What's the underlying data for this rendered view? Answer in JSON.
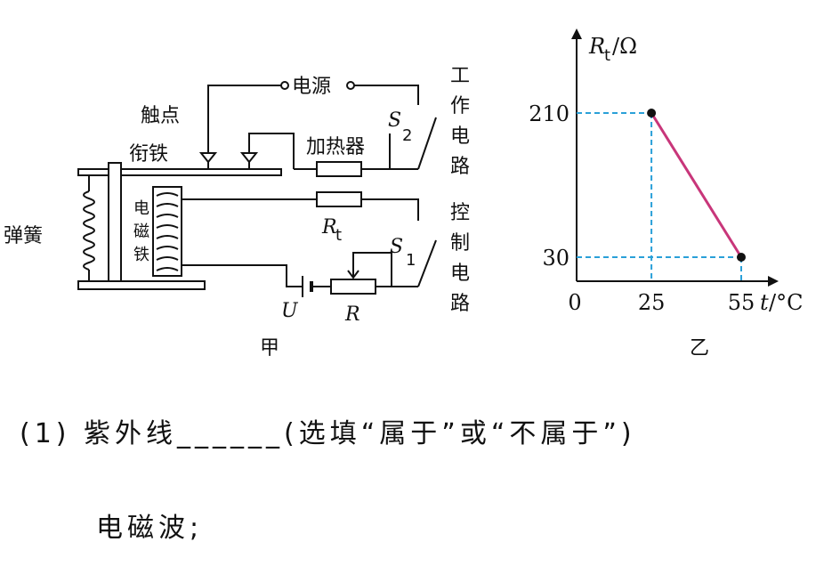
{
  "circuit": {
    "power_label": "电源",
    "contact_label": "触点",
    "armature_label": "衔铁",
    "heater_label": "加热器",
    "spring_label": "弹簧",
    "electromagnet_label": [
      "电",
      "磁",
      "铁"
    ],
    "work_circuit_label": [
      "工",
      "作",
      "电",
      "路"
    ],
    "control_circuit_label": [
      "控",
      "制",
      "电",
      "路"
    ],
    "switch2_label": "S",
    "switch2_sub": "2",
    "switch1_label": "S",
    "switch1_sub": "1",
    "rt_label": "R",
    "rt_sub": "t",
    "r_label": "R",
    "u_label": "U",
    "figure_label": "甲"
  },
  "chart_data": {
    "type": "line",
    "ylabel": "R",
    "ylabel_sub": "t",
    "ylabel_unit": "/Ω",
    "xlabel": "t",
    "xlabel_unit": "/°C",
    "origin_label": "0",
    "x_ticks": [
      25,
      55
    ],
    "y_ticks": [
      210,
      30
    ],
    "points": [
      {
        "x": 25,
        "y": 210
      },
      {
        "x": 55,
        "y": 30
      }
    ],
    "line_color": "#c8367a",
    "guide_color": "#2aa0d8",
    "figure_label": "乙"
  },
  "question": {
    "line1": "(1) 紫外线______(选填“属于”或“不属于”)",
    "line2": "电磁波;"
  }
}
